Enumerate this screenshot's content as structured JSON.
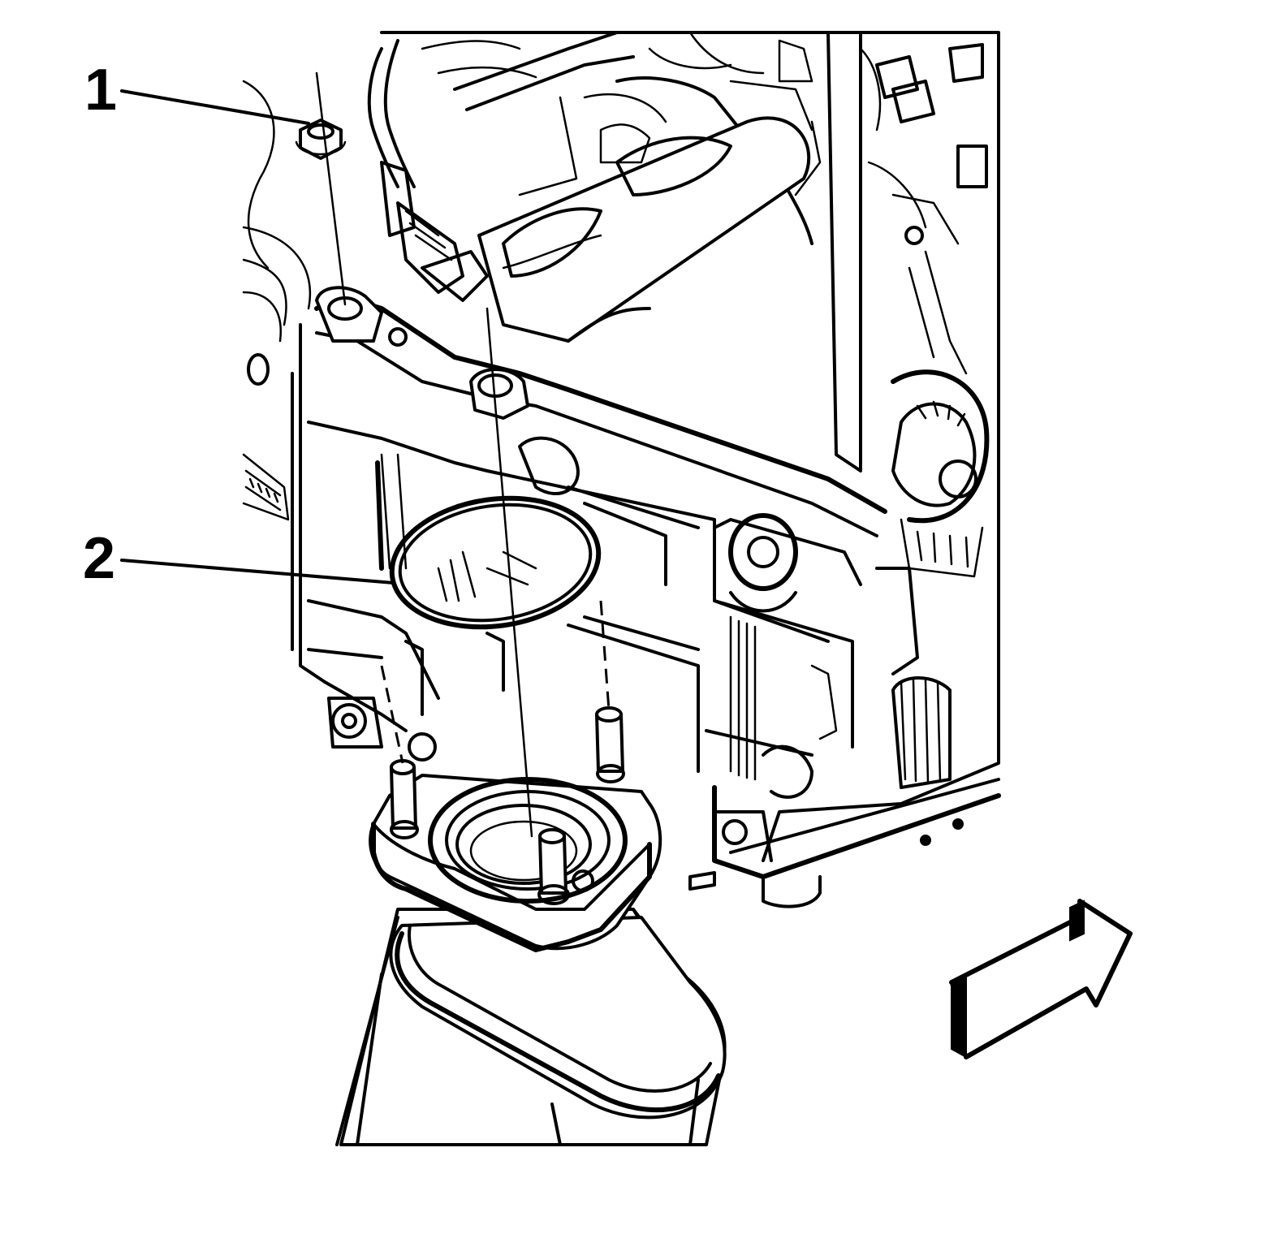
{
  "callouts": [
    {
      "id": "1",
      "label": "1",
      "part": "fastener-nut"
    },
    {
      "id": "2",
      "label": "2",
      "part": "gasket"
    }
  ],
  "icons": {
    "view_arrow": "forward-direction-arrow-icon"
  },
  "colors": {
    "line": "#000000",
    "background": "#ffffff"
  }
}
